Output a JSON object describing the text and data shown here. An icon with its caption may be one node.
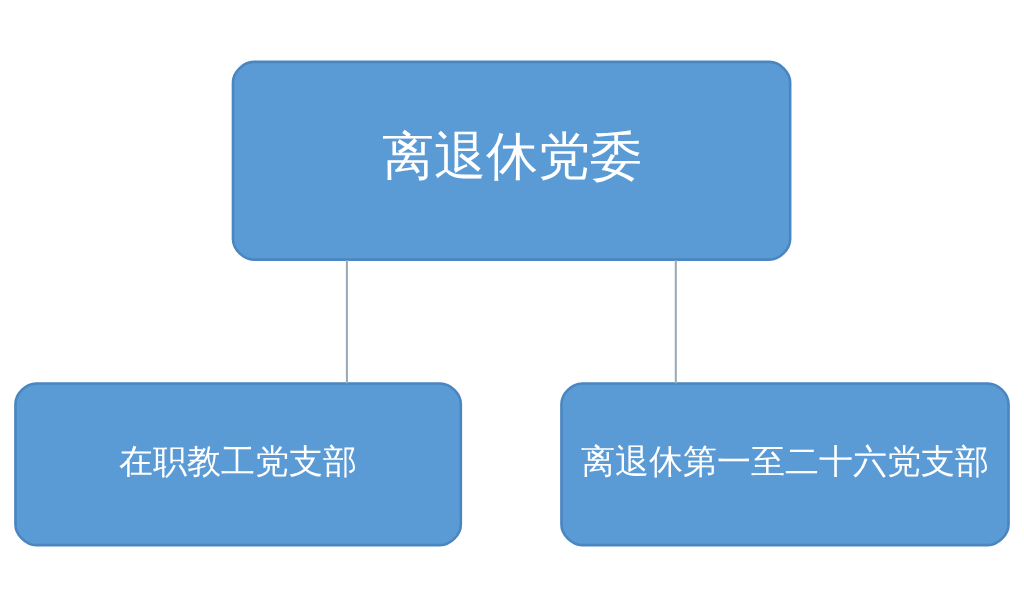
{
  "diagram": {
    "nodes": [
      {
        "text": [
          "离退休党委"
        ]
      },
      {
        "text": [
          "在职教工党支部"
        ]
      },
      {
        "text": [
          "离退休第一至二十六党支部"
        ]
      }
    ],
    "edges": [
      {
        "from": 0,
        "to": 1,
        "arrow": "none"
      },
      {
        "from": 0,
        "to": 2,
        "arrow": "none"
      }
    ]
  }
}
